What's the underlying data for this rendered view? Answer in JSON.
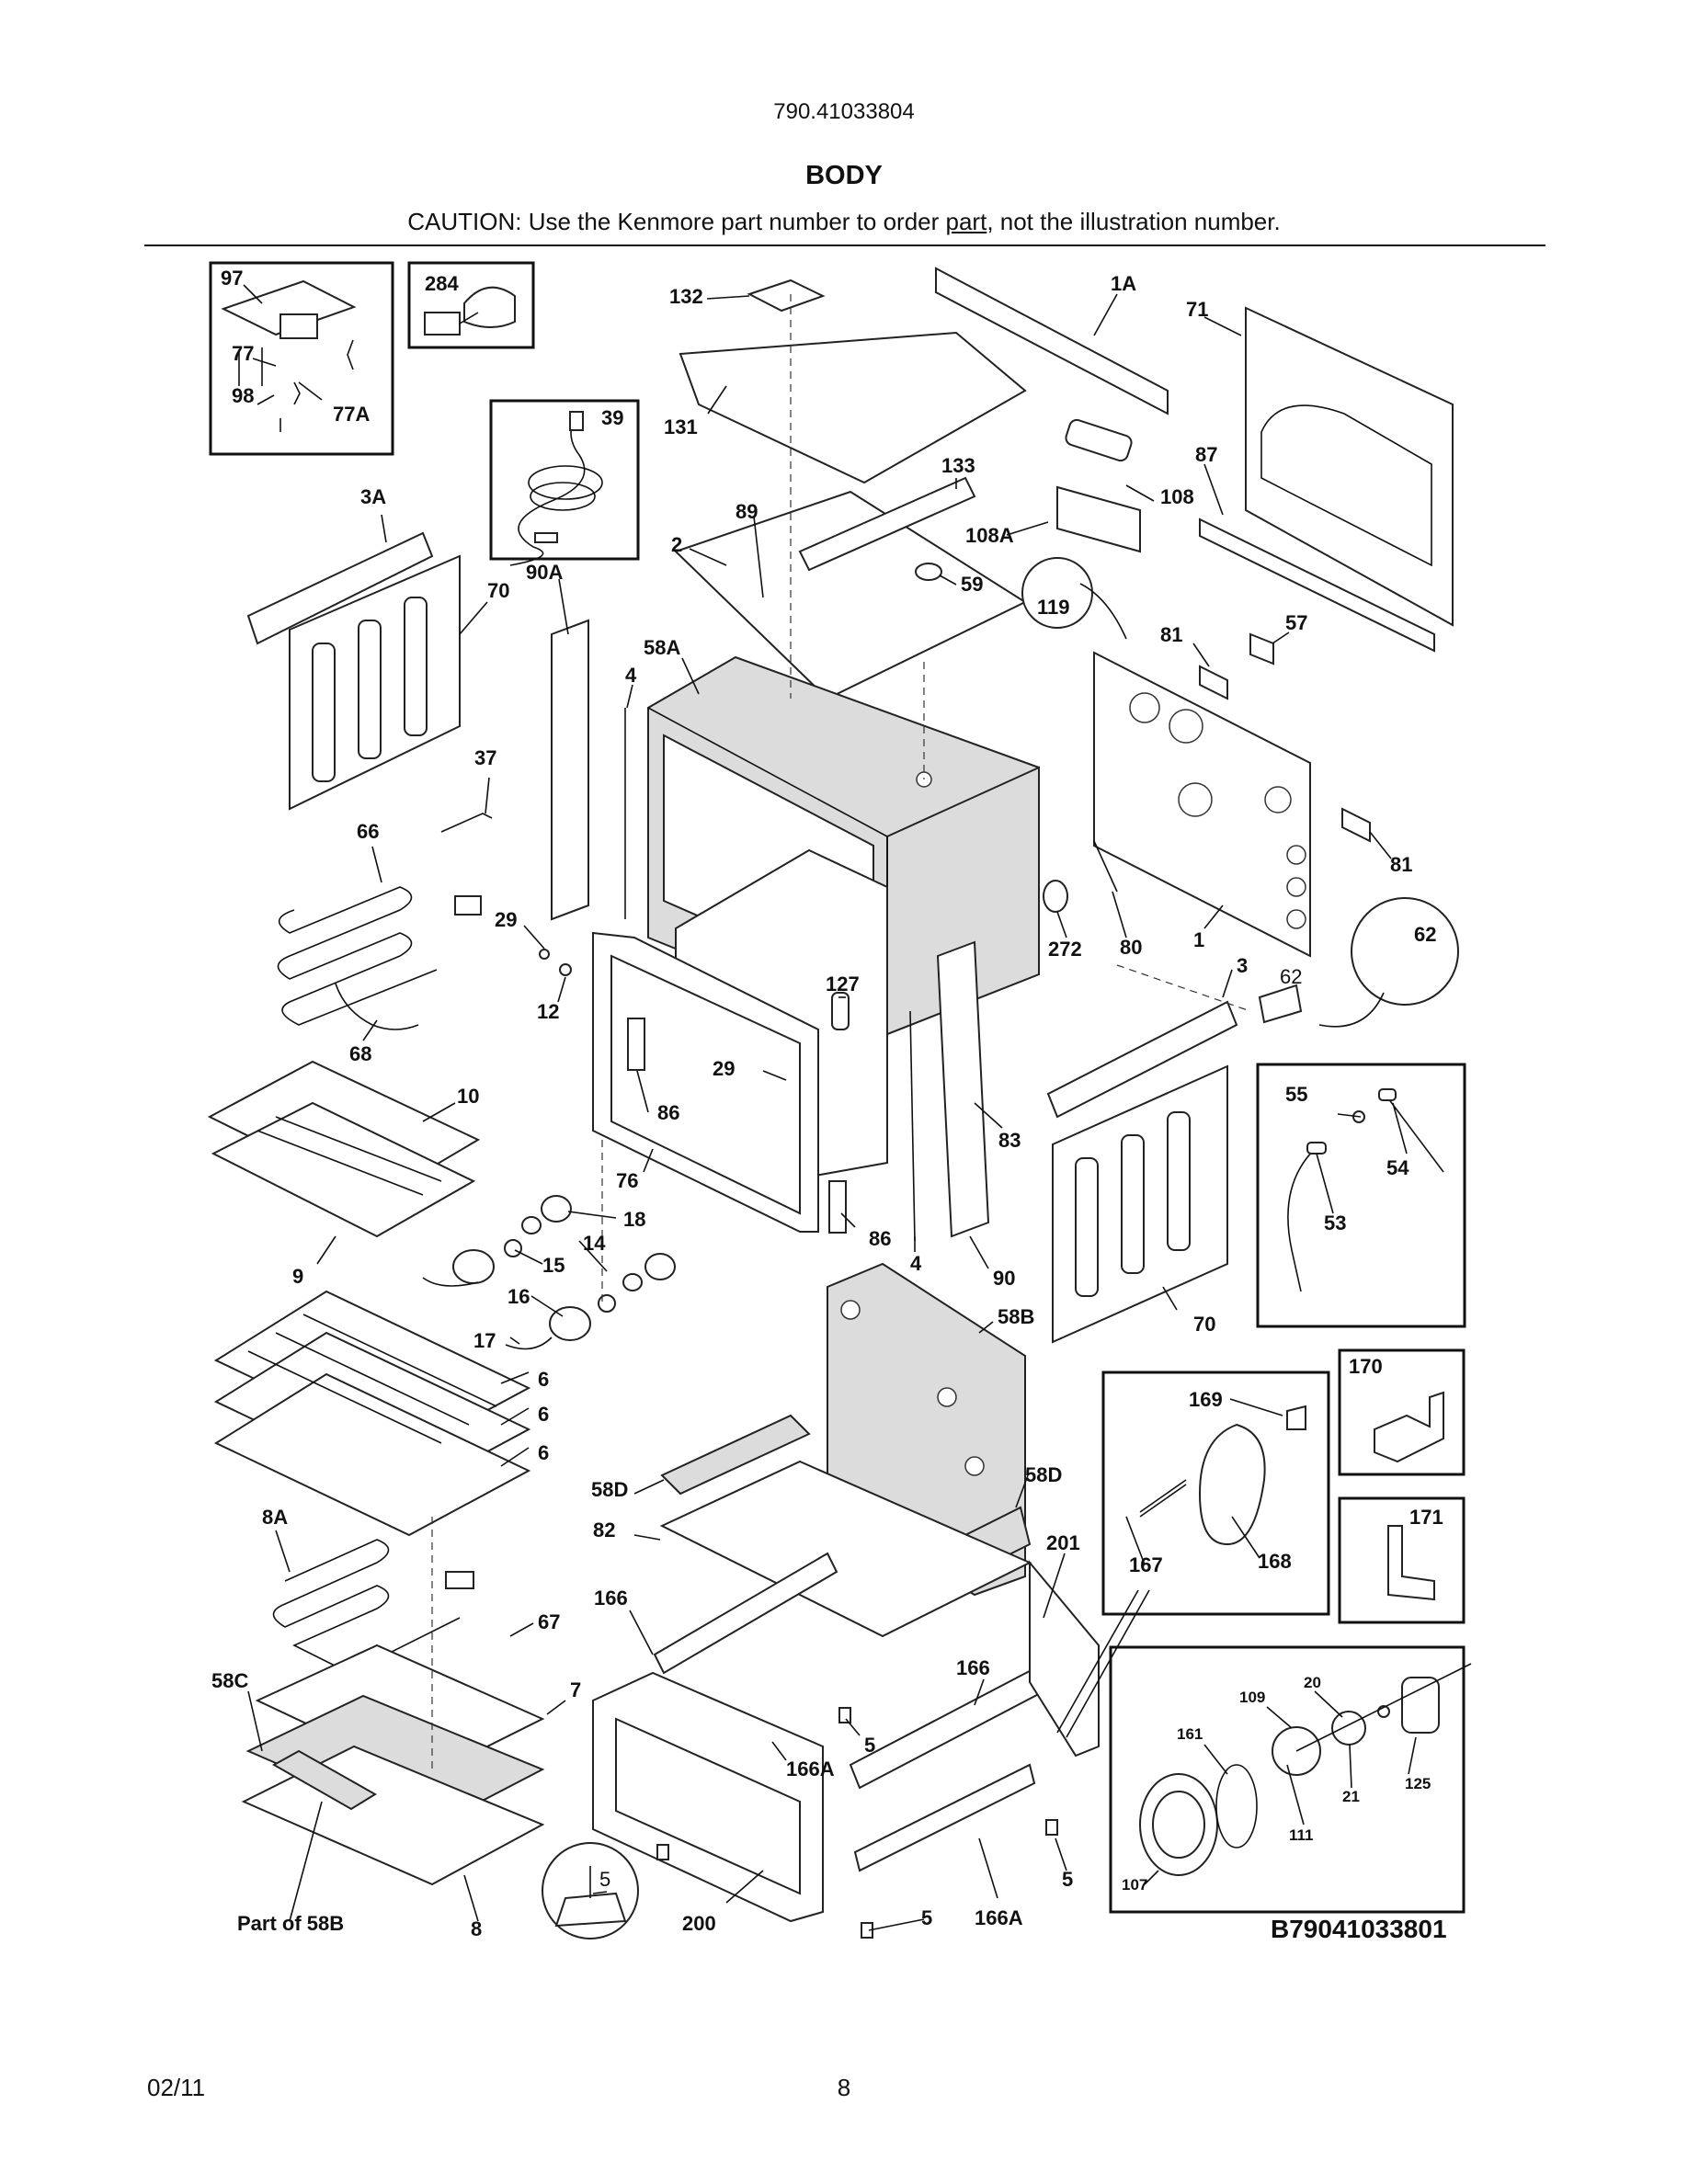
{
  "header": {
    "model_number": "790.41033804",
    "section_title": "BODY",
    "caution_before": "CAUTION: Use the Kenmore part number to order ",
    "caution_underlined": "part",
    "caution_after": ", not the illustration number."
  },
  "diagram": {
    "drawing_number": "B79041033801",
    "callouts": {
      "c97": "97",
      "c77": "77",
      "c98": "98",
      "c77a": "77A",
      "c284": "284",
      "c39": "39",
      "c132": "132",
      "c1a": "1A",
      "c71": "71",
      "c131": "131",
      "c133": "133",
      "c108": "108",
      "c87": "87",
      "c108a": "108A",
      "c3a": "3A",
      "c89": "89",
      "c2": "2",
      "c59": "59",
      "c119": "119",
      "c70a": "70",
      "c90a": "90A",
      "c58a": "58A",
      "c4a": "4",
      "c81a": "81",
      "c57": "57",
      "c37": "37",
      "c66": "66",
      "c81b": "81",
      "c29a": "29",
      "c62a": "62",
      "c272": "272",
      "c80": "80",
      "c1": "1",
      "c3": "3",
      "c62b": "62",
      "c12": "12",
      "c127": "127",
      "c68": "68",
      "c29b": "29",
      "c10": "10",
      "c86a": "86",
      "c83": "83",
      "c55": "55",
      "c54": "54",
      "c76": "76",
      "c53": "53",
      "c18": "18",
      "c86b": "86",
      "c9": "9",
      "c14": "14",
      "c15": "15",
      "c4b": "4",
      "c90b": "90",
      "c16": "16",
      "c58b": "58B",
      "c70b": "70",
      "c17": "17",
      "c170": "170",
      "c6a": "6",
      "c169": "169",
      "c6b": "6",
      "c6c": "6",
      "c58d1": "58D",
      "c58d2": "58D",
      "c82": "82",
      "c8a": "8A",
      "c171": "171",
      "c167": "167",
      "c168": "168",
      "c201": "201",
      "c166a": "166",
      "c67": "67",
      "c166b": "166",
      "c58c": "58C",
      "c7": "7",
      "c109": "109",
      "c20": "20",
      "c161": "161",
      "c5a": "5",
      "c166a2": "166A",
      "c21": "21",
      "c125": "125",
      "c111": "111",
      "c5b": "5",
      "c5c": "5",
      "c107": "107",
      "c5d": "5",
      "c166a3": "166A",
      "part_of_58b": "Part of 58B",
      "c8": "8",
      "c200": "200"
    }
  },
  "footer": {
    "date": "02/11",
    "page_number": "8"
  }
}
